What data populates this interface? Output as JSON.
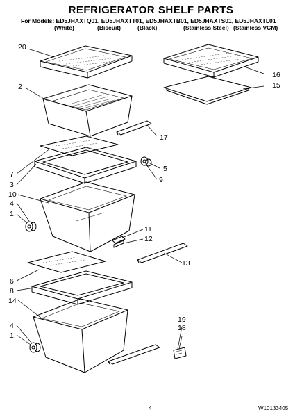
{
  "header": {
    "title": "REFRIGERATOR SHELF PARTS",
    "models_line": "For Models: ED5JHAXTQ01, ED5JHAXTT01, ED5JHAXTB01, ED5JHAXTS01, ED5JHAXTL01",
    "colors": [
      "(White)",
      "(Biscuit)",
      "(Black)",
      "(Stainless Steel)",
      "(Stainless VCM)"
    ]
  },
  "callouts": [
    "20",
    "2",
    "16",
    "15",
    "17",
    "7",
    "3",
    "10",
    "5",
    "9",
    "4",
    "1",
    "11",
    "12",
    "13",
    "6",
    "8",
    "14",
    "4",
    "1",
    "19",
    "18"
  ],
  "footer": {
    "page_number": "4",
    "doc_number": "W10133405"
  }
}
